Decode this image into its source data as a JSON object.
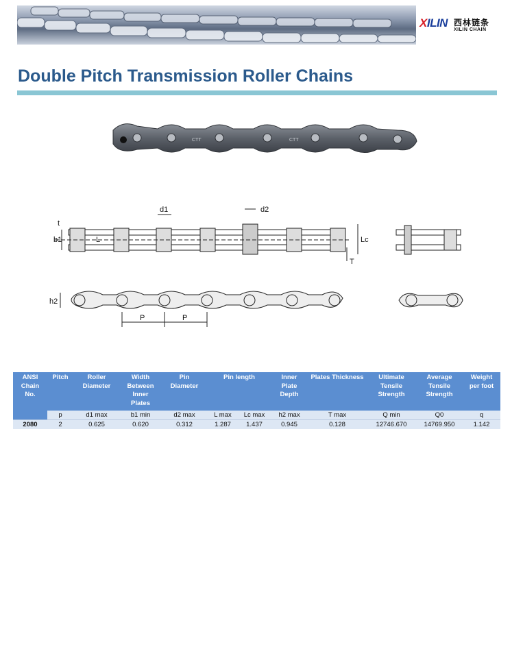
{
  "brand": {
    "logo_latin": "XILIN",
    "logo_chinese": "西林链条",
    "logo_english": "XILIN CHAIN"
  },
  "page": {
    "title": "Double Pitch Transmission Roller Chains"
  },
  "photo": {
    "stamp": "CTT"
  },
  "drawing_labels": {
    "d1": "d1",
    "d2": "d2",
    "t": "t",
    "b1": "b1",
    "L": "L",
    "Lc": "Lc",
    "T": "T",
    "h2": "h2",
    "P": "P"
  },
  "colors": {
    "title": "#2b5a8c",
    "rule": "#8ac6d4",
    "table_header": "#5b8ed1",
    "table_body": "#dde7f4"
  },
  "table": {
    "headers": [
      [
        "ANSI",
        "Chain",
        "No."
      ],
      [
        "Pitch"
      ],
      [
        "Roller",
        "Diameter"
      ],
      [
        "Width",
        "Between",
        "Inner",
        "Plates"
      ],
      [
        "Pin",
        "Diameter"
      ],
      [
        "Pin length"
      ],
      [
        "Inner",
        "Plate",
        "Depth"
      ],
      [
        "Plates Thickness"
      ],
      [
        "Ultimate",
        "Tensile",
        "Strength"
      ],
      [
        "Average",
        "Tensile",
        "Strength"
      ],
      [
        "Weight",
        "per foot"
      ]
    ],
    "subheaders": [
      "",
      "p",
      "d1 max",
      "b1 min",
      "d2 max",
      "L max",
      "Lc max",
      "h2 max",
      "T max",
      "Q min",
      "Q0",
      "q"
    ],
    "rows": [
      [
        "2080",
        "2",
        "0.625",
        "0.620",
        "0.312",
        "1.287",
        "1.437",
        "0.945",
        "0.128",
        "12746.670",
        "14769.950",
        "1.142"
      ]
    ]
  }
}
